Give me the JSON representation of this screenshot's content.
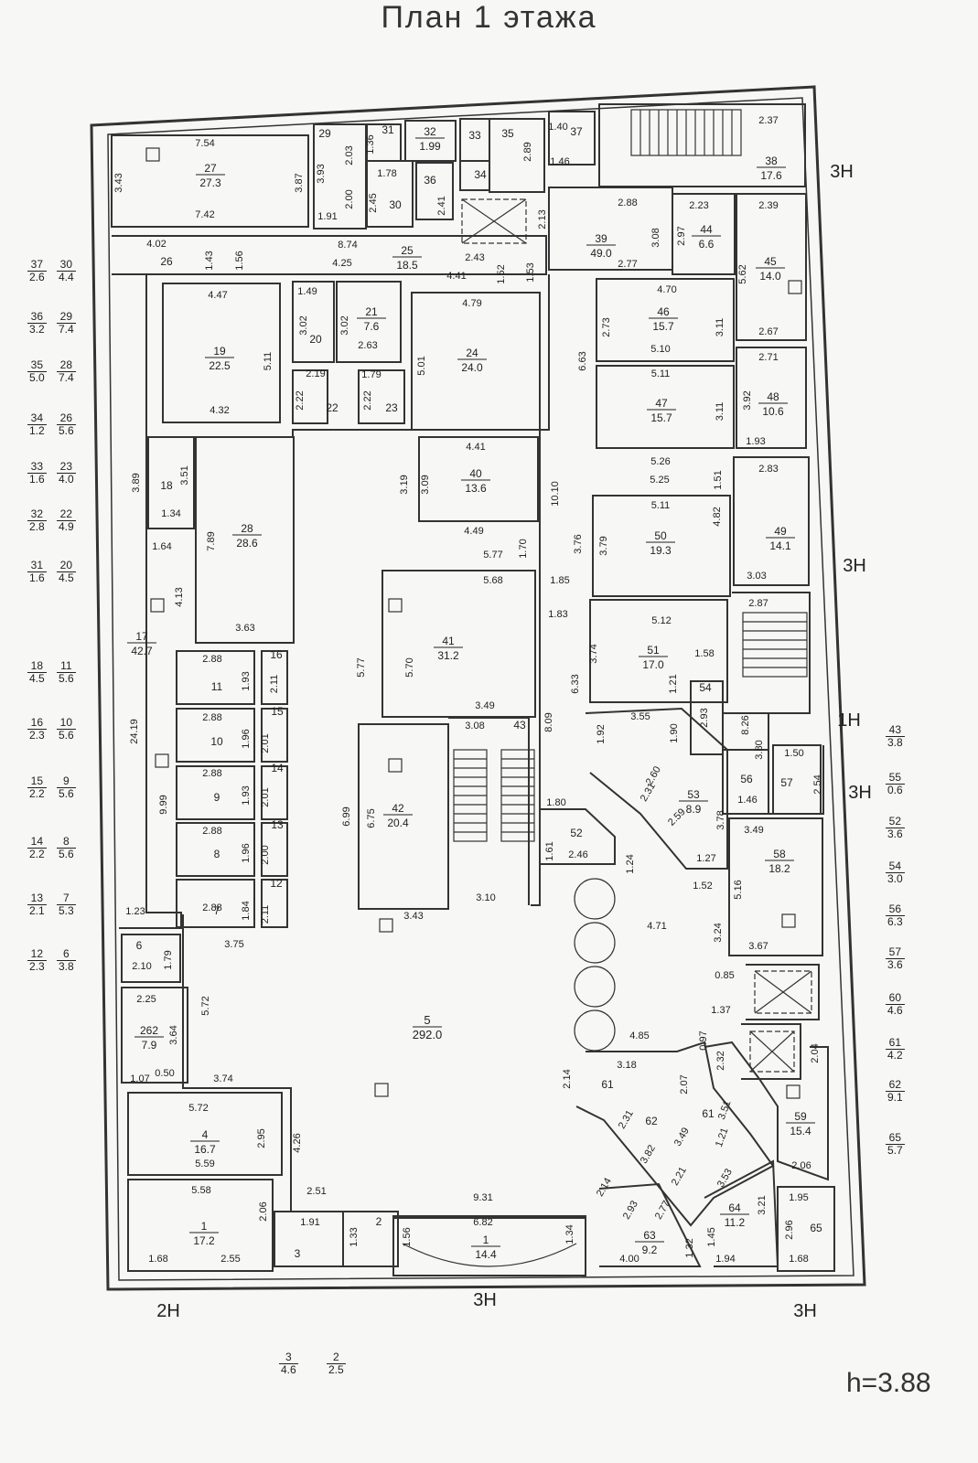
{
  "title": "План 1 этажа",
  "height_label": "h=3.88",
  "exits": [
    {
      "id": "3n-a",
      "text": "3Н"
    },
    {
      "id": "3n-b",
      "text": "3Н"
    },
    {
      "id": "1n",
      "text": "1Н"
    },
    {
      "id": "3n-c",
      "text": "3Н"
    },
    {
      "id": "2n",
      "text": "2Н"
    },
    {
      "id": "3n-d",
      "text": "3Н"
    },
    {
      "id": "3n-e",
      "text": "3Н"
    }
  ],
  "rooms": [
    {
      "id": "27",
      "num": "27",
      "area": "27.3"
    },
    {
      "id": "29",
      "num": "29",
      "area": ""
    },
    {
      "id": "31",
      "num": "31",
      "area": ""
    },
    {
      "id": "32",
      "num": "32",
      "area": "1.99"
    },
    {
      "id": "33",
      "num": "33",
      "area": ""
    },
    {
      "id": "34",
      "num": "34",
      "area": ""
    },
    {
      "id": "35",
      "num": "35",
      "area": ""
    },
    {
      "id": "36",
      "num": "36",
      "area": ""
    },
    {
      "id": "37",
      "num": "37",
      "area": ""
    },
    {
      "id": "38",
      "num": "38",
      "area": "17.6"
    },
    {
      "id": "30",
      "num": "30",
      "area": ""
    },
    {
      "id": "39",
      "num": "39",
      "area": "49.0"
    },
    {
      "id": "44",
      "num": "44",
      "area": "6.6"
    },
    {
      "id": "45",
      "num": "45",
      "area": "14.0"
    },
    {
      "id": "25",
      "num": "25",
      "area": "18.5"
    },
    {
      "id": "26",
      "num": "26",
      "area": ""
    },
    {
      "id": "19",
      "num": "19",
      "area": "22.5"
    },
    {
      "id": "20",
      "num": "20",
      "area": ""
    },
    {
      "id": "21",
      "num": "21",
      "area": "7.6"
    },
    {
      "id": "22",
      "num": "22",
      "area": ""
    },
    {
      "id": "23",
      "num": "23",
      "area": ""
    },
    {
      "id": "24",
      "num": "24",
      "area": "24.0"
    },
    {
      "id": "46",
      "num": "46",
      "area": "15.7"
    },
    {
      "id": "47",
      "num": "47",
      "area": "15.7"
    },
    {
      "id": "48",
      "num": "48",
      "area": "10.6"
    },
    {
      "id": "18",
      "num": "18",
      "area": ""
    },
    {
      "id": "28",
      "num": "28",
      "area": "28.6"
    },
    {
      "id": "40",
      "num": "40",
      "area": "13.6"
    },
    {
      "id": "49",
      "num": "49",
      "area": "14.1"
    },
    {
      "id": "50",
      "num": "50",
      "area": "19.3"
    },
    {
      "id": "17",
      "num": "17",
      "area": "42.7"
    },
    {
      "id": "41",
      "num": "41",
      "area": "31.2"
    },
    {
      "id": "51",
      "num": "51",
      "area": "17.0"
    },
    {
      "id": "11",
      "num": "11",
      "area": ""
    },
    {
      "id": "16",
      "num": "16",
      "area": ""
    },
    {
      "id": "10",
      "num": "10",
      "area": ""
    },
    {
      "id": "15",
      "num": "15",
      "area": ""
    },
    {
      "id": "9",
      "num": "9",
      "area": ""
    },
    {
      "id": "14",
      "num": "14",
      "area": ""
    },
    {
      "id": "8",
      "num": "8",
      "area": ""
    },
    {
      "id": "13",
      "num": "13",
      "area": ""
    },
    {
      "id": "7",
      "num": "7",
      "area": ""
    },
    {
      "id": "12",
      "num": "12",
      "area": ""
    },
    {
      "id": "42",
      "num": "42",
      "area": "20.4"
    },
    {
      "id": "43",
      "num": "43",
      "area": ""
    },
    {
      "id": "53",
      "num": "53",
      "area": "8.9"
    },
    {
      "id": "54",
      "num": "54",
      "area": ""
    },
    {
      "id": "56",
      "num": "56",
      "area": ""
    },
    {
      "id": "57",
      "num": "57",
      "area": ""
    },
    {
      "id": "58",
      "num": "58",
      "area": "18.2"
    },
    {
      "id": "52",
      "num": "52",
      "area": ""
    },
    {
      "id": "6",
      "num": "6",
      "area": ""
    },
    {
      "id": "262",
      "num": "262",
      "area": "7.9"
    },
    {
      "id": "5",
      "num": "5",
      "area": "292.0"
    },
    {
      "id": "4",
      "num": "4",
      "area": "16.7"
    },
    {
      "id": "61a",
      "num": "61",
      "area": ""
    },
    {
      "id": "62",
      "num": "62",
      "area": ""
    },
    {
      "id": "61b",
      "num": "61",
      "area": ""
    },
    {
      "id": "59",
      "num": "59",
      "area": "15.4"
    },
    {
      "id": "1a",
      "num": "1",
      "area": "17.2"
    },
    {
      "id": "3",
      "num": "3",
      "area": ""
    },
    {
      "id": "2",
      "num": "2",
      "area": ""
    },
    {
      "id": "1b",
      "num": "1",
      "area": "14.4"
    },
    {
      "id": "63",
      "num": "63",
      "area": "9.2"
    },
    {
      "id": "64",
      "num": "64",
      "area": "11.2"
    },
    {
      "id": "65",
      "num": "65",
      "area": ""
    }
  ],
  "dims": [
    "7.54",
    "3.43",
    "3.87",
    "7.42",
    "3.93",
    "2.03",
    "2.00",
    "1.91",
    "1.36",
    "1.78",
    "2.45",
    "2.41",
    "2.89",
    "1.40",
    "1.46",
    "2.37",
    "2.88",
    "2.23",
    "2.97",
    "3.08",
    "2.39",
    "5.62",
    "2.67",
    "2.13",
    "4.02",
    "1.43",
    "1.56",
    "8.74",
    "4.25",
    "2.43",
    "4.41",
    "1.52",
    "1.53",
    "2.77",
    "4.70",
    "4.47",
    "1.49",
    "5.11",
    "3.02",
    "3.02",
    "2.63",
    "4.79",
    "5.01",
    "2.73",
    "5.10",
    "3.11",
    "2.71",
    "4.32",
    "2.19",
    "1.79",
    "2.22",
    "2.22",
    "6.63",
    "5.11",
    "3.11",
    "3.92",
    "1.93",
    "3.89",
    "3.51",
    "4.41",
    "3.19",
    "3.09",
    "10.10",
    "5.26",
    "5.25",
    "1.51",
    "2.83",
    "1.34",
    "1.64",
    "7.89",
    "4.49",
    "5.11",
    "3.79",
    "3.76",
    "4.82",
    "3.03",
    "4.13",
    "1.70",
    "5.77",
    "5.68",
    "1.85",
    "1.83",
    "2.87",
    "3.63",
    "5.77",
    "5.70",
    "5.12",
    "3.74",
    "1.58",
    "1.21",
    "2.88",
    "1.93",
    "2.11",
    "24.19",
    "3.49",
    "3.08",
    "8.09",
    "6.33",
    "2.93",
    "3.55",
    "1.90",
    "1.92",
    "8.26",
    "2.88",
    "1.96",
    "2.01",
    "3.80",
    "1.50",
    "2.60",
    "2.31",
    "2.59",
    "2.54",
    "1.46",
    "2.88",
    "1.93",
    "2.01",
    "3.78",
    "9.99",
    "6.99",
    "6.75",
    "1.80",
    "2.46",
    "1.61",
    "1.27",
    "3.49",
    "2.88",
    "1.96",
    "2.00",
    "1.24",
    "1.52",
    "5.16",
    "2.88",
    "1.84",
    "2.11",
    "3.43",
    "3.10",
    "4.71",
    "3.24",
    "3.67",
    "1.23",
    "3.75",
    "2.10",
    "1.79",
    "0.85",
    "5.72",
    "2.25",
    "3.64",
    "1.37",
    "0.97",
    "2.32",
    "2.04",
    "4.85",
    "1.07",
    "0.50",
    "3.74",
    "3.18",
    "2.14",
    "2.07",
    "3.51",
    "5.72",
    "2.95",
    "4.26",
    "2.31",
    "3.49",
    "1.21",
    "5.59",
    "3.82",
    "2.21",
    "3.53",
    "2.06",
    "5.58",
    "2.06",
    "2.51",
    "9.31",
    "2.14",
    "2.93",
    "2.77",
    "1.95",
    "1.91",
    "6.82",
    "3.21",
    "1.33",
    "1.56",
    "1.34",
    "2.96",
    "1.45",
    "1.68",
    "2.55",
    "4.00",
    "1.32",
    "1.94",
    "1.68"
  ],
  "legend_left": [
    {
      "n1": "37",
      "a1": "2.6",
      "n2": "30",
      "a2": "4.4"
    },
    {
      "n1": "36",
      "a1": "3.2",
      "n2": "29",
      "a2": "7.4"
    },
    {
      "n1": "35",
      "a1": "5.0",
      "n2": "28",
      "a2": "7.4"
    },
    {
      "n1": "34",
      "a1": "1.2",
      "n2": "26",
      "a2": "5.6"
    },
    {
      "n1": "33",
      "a1": "1.6",
      "n2": "23",
      "a2": "4.0"
    },
    {
      "n1": "32",
      "a1": "2.8",
      "n2": "22",
      "a2": "4.9"
    },
    {
      "n1": "31",
      "a1": "1.6",
      "n2": "20",
      "a2": "4.5"
    },
    {
      "n1": "18",
      "a1": "4.5",
      "n2": "11",
      "a2": "5.6"
    },
    {
      "n1": "16",
      "a1": "2.3",
      "n2": "10",
      "a2": "5.6"
    },
    {
      "n1": "15",
      "a1": "2.2",
      "n2": "9",
      "a2": "5.6"
    },
    {
      "n1": "14",
      "a1": "2.2",
      "n2": "8",
      "a2": "5.6"
    },
    {
      "n1": "13",
      "a1": "2.1",
      "n2": "7",
      "a2": "5.3"
    },
    {
      "n1": "12",
      "a1": "2.3",
      "n2": "6",
      "a2": "3.8"
    }
  ],
  "legend_right": [
    {
      "n": "43",
      "a": "3.8"
    },
    {
      "n": "55",
      "a": "0.6"
    },
    {
      "n": "52",
      "a": "3.6"
    },
    {
      "n": "54",
      "a": "3.0"
    },
    {
      "n": "56",
      "a": "6.3"
    },
    {
      "n": "57",
      "a": "3.6"
    },
    {
      "n": "60",
      "a": "4.6"
    },
    {
      "n": "61",
      "a": "4.2"
    },
    {
      "n": "62",
      "a": "9.1"
    },
    {
      "n": "65",
      "a": "5.7"
    }
  ],
  "legend_bottom": [
    {
      "n": "3",
      "a": "4.6"
    },
    {
      "n": "2",
      "a": "2.5"
    }
  ]
}
